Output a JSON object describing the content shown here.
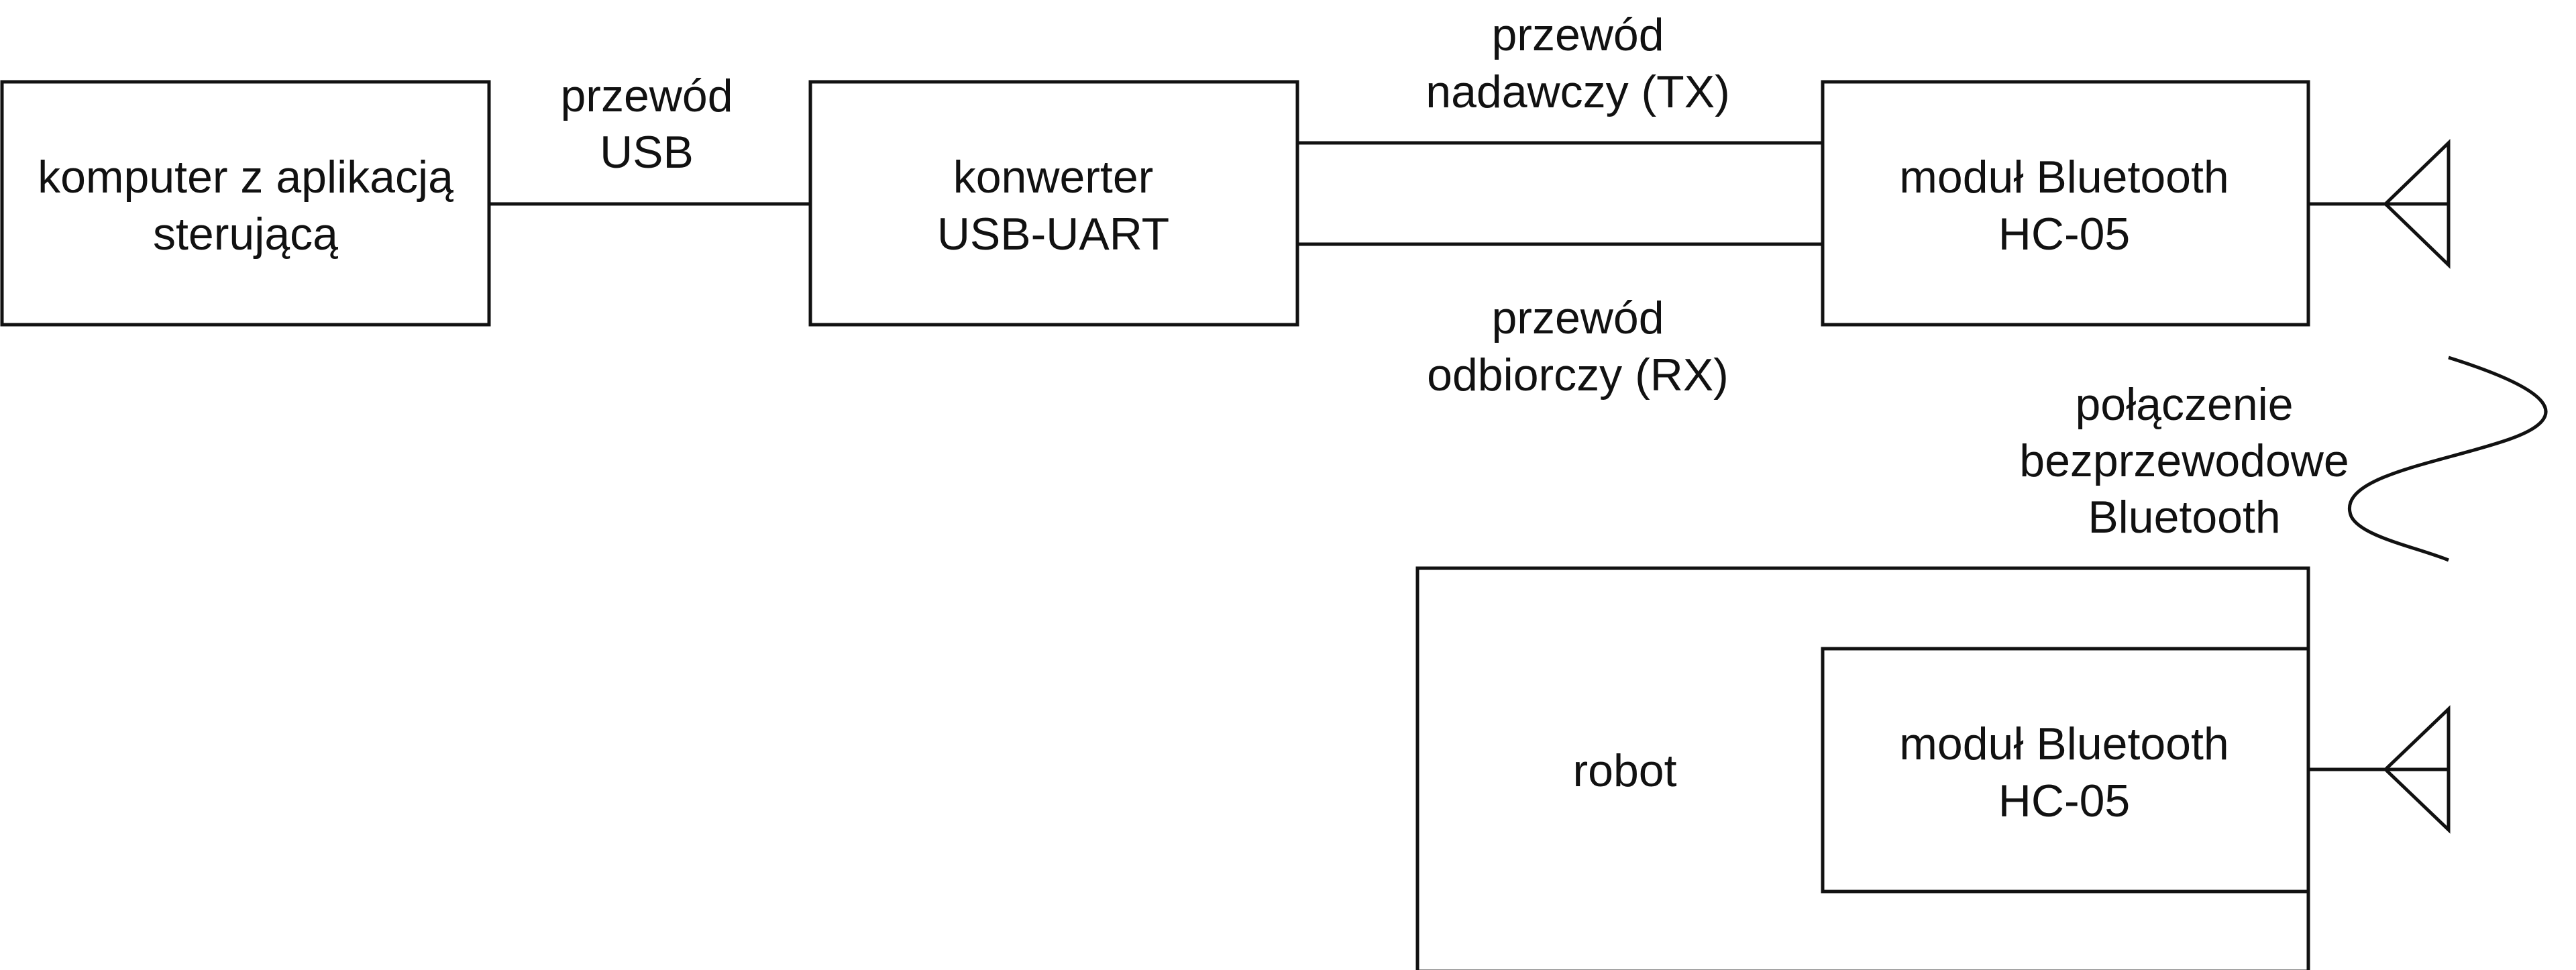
{
  "colors": {
    "stroke": "#111111",
    "text": "#111111",
    "background": "#ffffff"
  },
  "nodes": {
    "computer": {
      "line1": "komputer z aplikacją",
      "line2": "sterującą"
    },
    "converter": {
      "line1": "konwerter",
      "line2": "USB-UART"
    },
    "bt_module_top": {
      "line1": "moduł Bluetooth",
      "line2": "HC-05"
    },
    "robot": {
      "label": "robot"
    },
    "bt_module_robot": {
      "line1": "moduł Bluetooth",
      "line2": "HC-05"
    }
  },
  "connections": {
    "usb": {
      "line1": "przewód",
      "line2": "USB"
    },
    "tx": {
      "line1": "przewód",
      "line2": "nadawczy (TX)"
    },
    "rx": {
      "line1": "przewód",
      "line2": "odbiorczy (RX)"
    },
    "wireless": {
      "line1": "połączenie",
      "line2": "bezprzewodowe",
      "line3": "Bluetooth"
    }
  },
  "icons": [
    "antenna-icon",
    "antenna-icon",
    "wireless-wave-icon"
  ]
}
